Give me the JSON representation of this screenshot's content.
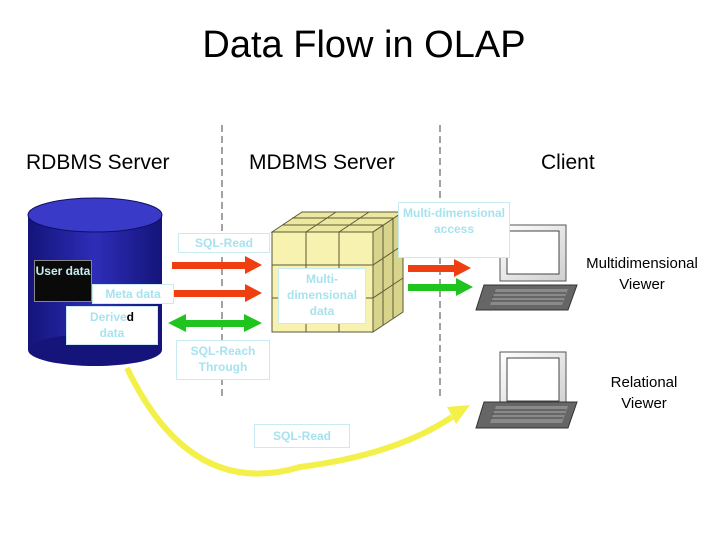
{
  "title": "Data Flow in OLAP",
  "sections": {
    "rdbms": "RDBMS Server",
    "mdbms": "MDBMS Server",
    "client": "Client"
  },
  "database": {
    "user_data": "User data",
    "meta_data": "Meta data",
    "derived_data_prefix": "Derive",
    "derived_data_suffix": "d",
    "derived_data_line2": "data"
  },
  "flows": {
    "sql_read_top": "SQL-Read",
    "sql_reach_through": "SQL-Reach Through",
    "multidimensional_data": "Multi-dimensional data",
    "multidimensional_access": "Multi-dimensional access",
    "sql_read_bottom": "SQL-Read"
  },
  "viewers": {
    "multidimensional": "Multidimensional Viewer",
    "relational": "Relational Viewer"
  },
  "colors": {
    "red_arrow": "#ef3f10",
    "green_arrow": "#1fc41f",
    "yellow_arrow": "#f3f04a",
    "db_blue": "#1b1b9e",
    "cube": "#f5f0a6"
  }
}
